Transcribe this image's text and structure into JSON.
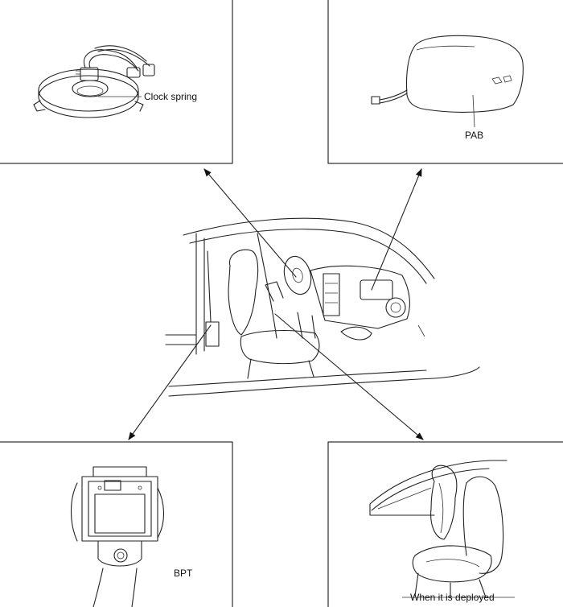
{
  "labels": {
    "clock_spring": "Clock spring",
    "pab": "PAB",
    "bpt": "BPT",
    "deployed": "When it is deployed"
  }
}
